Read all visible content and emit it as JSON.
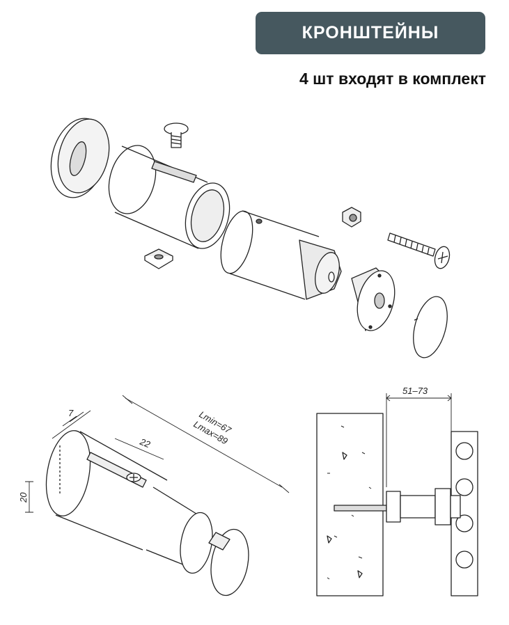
{
  "header": {
    "title": "КРОНШТЕЙНЫ",
    "subtitle": "4 шт входят в комплект"
  },
  "dimensions": {
    "thickness": "7",
    "slot_length": "22",
    "length_min": "Lmin=67",
    "length_max": "Lmax=89",
    "diameter": "20",
    "gap_range": "51–73"
  },
  "colors": {
    "badge": "#46585f",
    "line": "#222222"
  }
}
